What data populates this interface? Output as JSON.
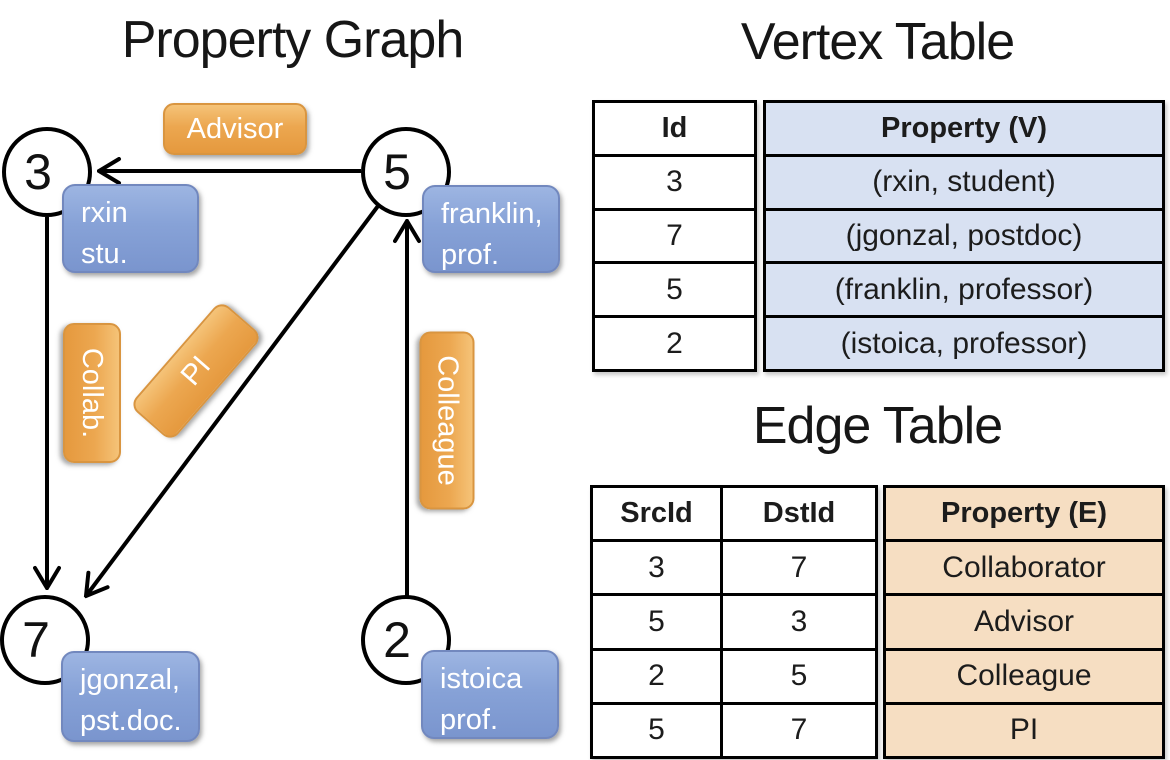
{
  "graph": {
    "title": "Property Graph",
    "nodes": [
      {
        "id": "3",
        "line1": "rxin",
        "line2": "stu."
      },
      {
        "id": "5",
        "line1": "franklin,",
        "line2": "prof."
      },
      {
        "id": "7",
        "line1": "jgonzal,",
        "line2": "pst.doc."
      },
      {
        "id": "2",
        "line1": "istoica",
        "line2": "prof."
      }
    ],
    "edge_labels": {
      "advisor": "Advisor",
      "collab": "Collab.",
      "pi": "PI",
      "colleague": "Colleague"
    }
  },
  "vertex_table": {
    "title": "Vertex Table",
    "columns": {
      "id": "Id",
      "property": "Property (V)"
    },
    "rows": [
      {
        "id": "3",
        "property": "(rxin, student)"
      },
      {
        "id": "7",
        "property": "(jgonzal, postdoc)"
      },
      {
        "id": "5",
        "property": "(franklin, professor)"
      },
      {
        "id": "2",
        "property": "(istoica, professor)"
      }
    ]
  },
  "edge_table": {
    "title": "Edge Table",
    "columns": {
      "src": "SrcId",
      "dst": "DstId",
      "property": "Property (E)"
    },
    "rows": [
      {
        "src": "3",
        "dst": "7",
        "property": "Collaborator"
      },
      {
        "src": "5",
        "dst": "3",
        "property": "Advisor"
      },
      {
        "src": "2",
        "dst": "5",
        "property": "Colleague"
      },
      {
        "src": "5",
        "dst": "7",
        "property": "PI"
      }
    ]
  },
  "colors": {
    "edge_label_orange": "#eca750",
    "vertex_label_blue": "#87a2d7",
    "vertex_property_bg": "#d8e1f2",
    "edge_property_bg": "#f6dec2"
  }
}
